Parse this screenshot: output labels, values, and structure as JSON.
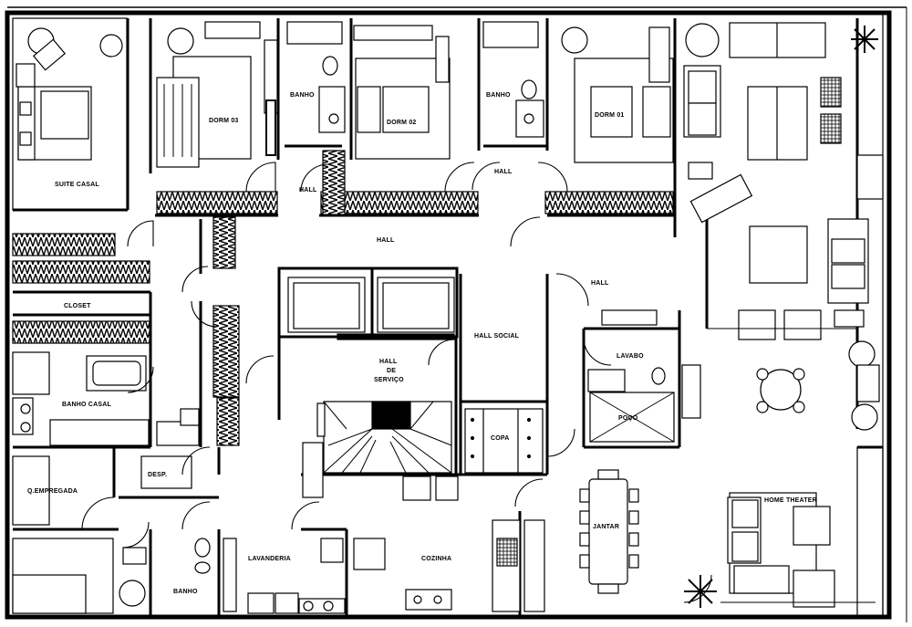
{
  "rooms": {
    "suite_casal": "SUITE CASAL",
    "dorm3": "DORM 03",
    "banho1": "BANHO",
    "dorm2": "DORM 02",
    "banho2": "BANHO",
    "dorm1": "DORM 01",
    "hall_top_left": "HALL",
    "hall_top_right": "HALL",
    "hall_center": "HALL",
    "hall_right": "HALL",
    "closet": "CLOSET",
    "hall_social": "HALL SOCIAL",
    "hall_servico_1": "HALL",
    "hall_servico_2": "DE",
    "hall_servico_3": "SERVIÇO",
    "lavabo": "LAVABO",
    "poco": "POÇO",
    "banho_casal": "BANHO CASAL",
    "copa": "COPA",
    "desp": "DESP.",
    "q_empregada": "Q.EMPREGADA",
    "jantar": "JANTAR",
    "home_theater": "HOME THEATER",
    "lavanderia": "LAVANDERIA",
    "cozinha": "COZINHA",
    "banho3": "BANHO"
  }
}
